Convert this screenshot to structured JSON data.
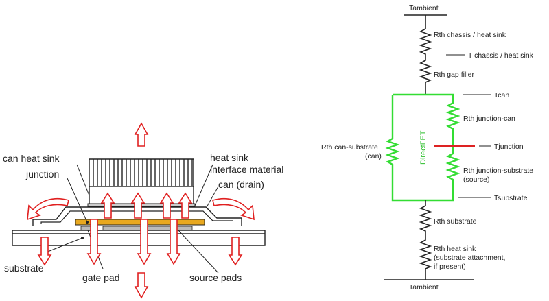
{
  "left": {
    "labels": {
      "can_heat_sink": "can heat sink",
      "junction": "junction",
      "heat_sink_tim_1": "heat sink",
      "heat_sink_tim_2": "interface material",
      "can_drain": "can (drain)",
      "substrate": "substrate",
      "gate_pad": "gate pad",
      "source_pads": "source pads"
    }
  },
  "right": {
    "labels": {
      "tambient_top": "Tambient",
      "rth_chassis": "Rth chassis / heat sink",
      "t_chassis": "T chassis / heat sink",
      "rth_gap": "Rth gap filler",
      "tcan": "Tcan",
      "rth_junction_can": "Rth junction-can",
      "tjunction": "Tjunction",
      "directfet": "DirectFET",
      "rth_can_substrate_1": "Rth can-substrate",
      "rth_can_substrate_2": "(can)",
      "rth_junction_substrate_1": "Rth junction-substrate",
      "rth_junction_substrate_2": "(source)",
      "tsubstrate": "Tsubstrate",
      "rth_substrate": "Rth substrate",
      "rth_heat_sink_1": "Rth heat sink",
      "rth_heat_sink_2": "(substrate attachment,",
      "rth_heat_sink_3": "if present)",
      "tambient_bottom": "Tambient"
    },
    "colors": {
      "green": "#33dd33",
      "red": "#dd2222",
      "black": "#222222"
    }
  },
  "arrows": {
    "color": "#e02020"
  }
}
